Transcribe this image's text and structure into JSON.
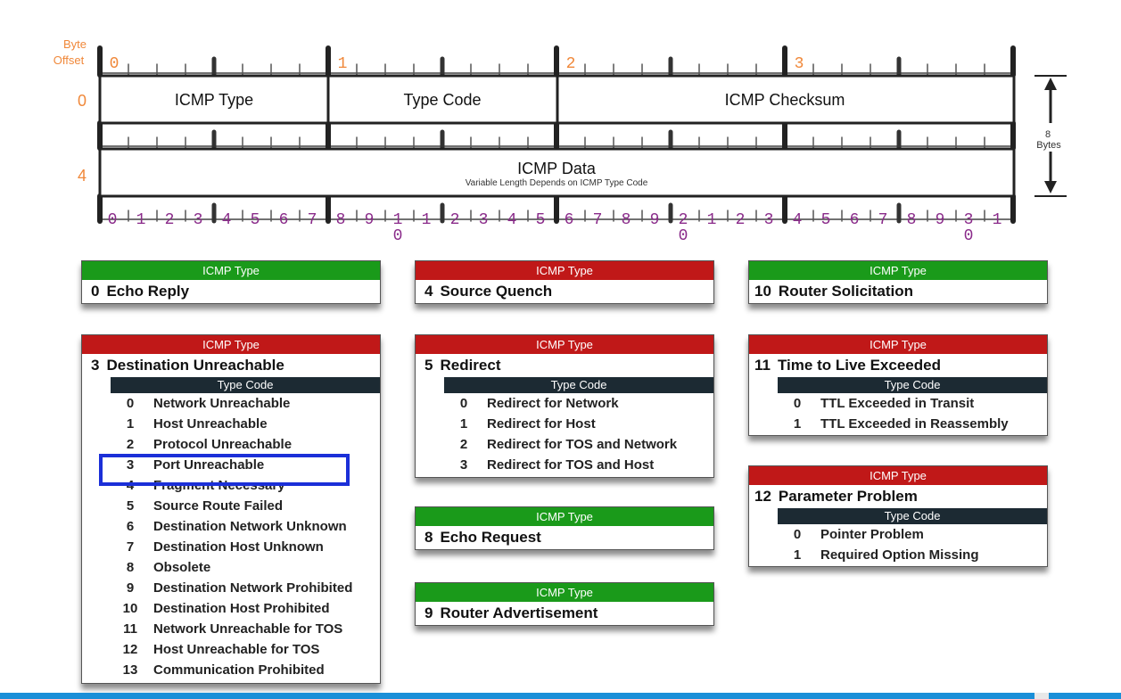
{
  "header": {
    "byte_offset_label": [
      "Byte",
      "Offset"
    ],
    "byte_numbers": [
      "0",
      "1",
      "2",
      "3"
    ],
    "row_offsets": [
      "0",
      "4"
    ],
    "fields": {
      "icmp_type": "ICMP Type",
      "type_code": "Type Code",
      "icmp_checksum": "ICMP Checksum",
      "icmp_data": "ICMP Data",
      "icmp_data_sub": "Variable Length Depends on ICMP Type Code"
    },
    "size_label": [
      "8",
      "Bytes"
    ],
    "bit_numbers": [
      "0",
      "1",
      "2",
      "3",
      "4",
      "5",
      "6",
      "7",
      "8",
      "9",
      "1\n0",
      "1",
      "2",
      "3",
      "4",
      "5",
      "6",
      "7",
      "8",
      "9",
      "2\n0",
      "1",
      "2",
      "3",
      "4",
      "5",
      "6",
      "7",
      "8",
      "9",
      "3\n0",
      "1"
    ]
  },
  "type_boxes": [
    {
      "banner": "ICMP Type",
      "color": "#1a9a1a",
      "num": "0",
      "name": "Echo Reply",
      "codes_header": "",
      "codes": []
    },
    {
      "banner": "ICMP Type",
      "color": "#c01818",
      "num": "4",
      "name": "Source Quench",
      "codes_header": "",
      "codes": []
    },
    {
      "banner": "ICMP Type",
      "color": "#1a9a1a",
      "num": "10",
      "name": "Router Solicitation",
      "codes_header": "",
      "codes": []
    },
    {
      "banner": "ICMP Type",
      "color": "#c01818",
      "num": "3",
      "name": "Destination Unreachable",
      "codes_header": "Type Code",
      "codes": [
        {
          "code": "0",
          "desc": "Network Unreachable"
        },
        {
          "code": "1",
          "desc": "Host Unreachable"
        },
        {
          "code": "2",
          "desc": "Protocol Unreachable"
        },
        {
          "code": "3",
          "desc": "Port Unreachable"
        },
        {
          "code": "4",
          "desc": "Fragment Necessary"
        },
        {
          "code": "5",
          "desc": "Source Route Failed"
        },
        {
          "code": "6",
          "desc": "Destination Network Unknown"
        },
        {
          "code": "7",
          "desc": "Destination Host Unknown"
        },
        {
          "code": "8",
          "desc": "Obsolete"
        },
        {
          "code": "9",
          "desc": "Destination Network Prohibited"
        },
        {
          "code": "10",
          "desc": "Destination Host Prohibited"
        },
        {
          "code": "11",
          "desc": "Network Unreachable for TOS"
        },
        {
          "code": "12",
          "desc": "Host Unreachable for TOS"
        },
        {
          "code": "13",
          "desc": "Communication Prohibited"
        }
      ]
    },
    {
      "banner": "ICMP Type",
      "color": "#c01818",
      "num": "5",
      "name": "Redirect",
      "codes_header": "Type Code",
      "codes": [
        {
          "code": "0",
          "desc": "Redirect for Network"
        },
        {
          "code": "1",
          "desc": "Redirect for Host"
        },
        {
          "code": "2",
          "desc": "Redirect for TOS and Network"
        },
        {
          "code": "3",
          "desc": "Redirect for TOS and Host"
        }
      ]
    },
    {
      "banner": "ICMP Type",
      "color": "#c01818",
      "num": "11",
      "name": "Time to Live Exceeded",
      "codes_header": "Type Code",
      "codes": [
        {
          "code": "0",
          "desc": "TTL Exceeded in Transit"
        },
        {
          "code": "1",
          "desc": "TTL Exceeded in Reassembly"
        }
      ]
    },
    {
      "banner": "ICMP Type",
      "color": "#c01818",
      "num": "12",
      "name": "Parameter Problem",
      "codes_header": "Type Code",
      "codes": [
        {
          "code": "0",
          "desc": "Pointer Problem"
        },
        {
          "code": "1",
          "desc": "Required Option Missing"
        }
      ]
    },
    {
      "banner": "ICMP Type",
      "color": "#1a9a1a",
      "num": "8",
      "name": "Echo Request",
      "codes_header": "",
      "codes": []
    },
    {
      "banner": "ICMP Type",
      "color": "#1a9a1a",
      "num": "9",
      "name": "Router Advertisement",
      "codes_header": "",
      "codes": []
    }
  ],
  "highlighted_code": "Port Unreachable",
  "colors": {
    "orange": "#f0883a",
    "purple": "#8a2b8a",
    "green": "#1a9a1a",
    "red": "#c01818",
    "highlight_blue": "#1b2fd8",
    "code_header_bg": "#1c2a33"
  }
}
